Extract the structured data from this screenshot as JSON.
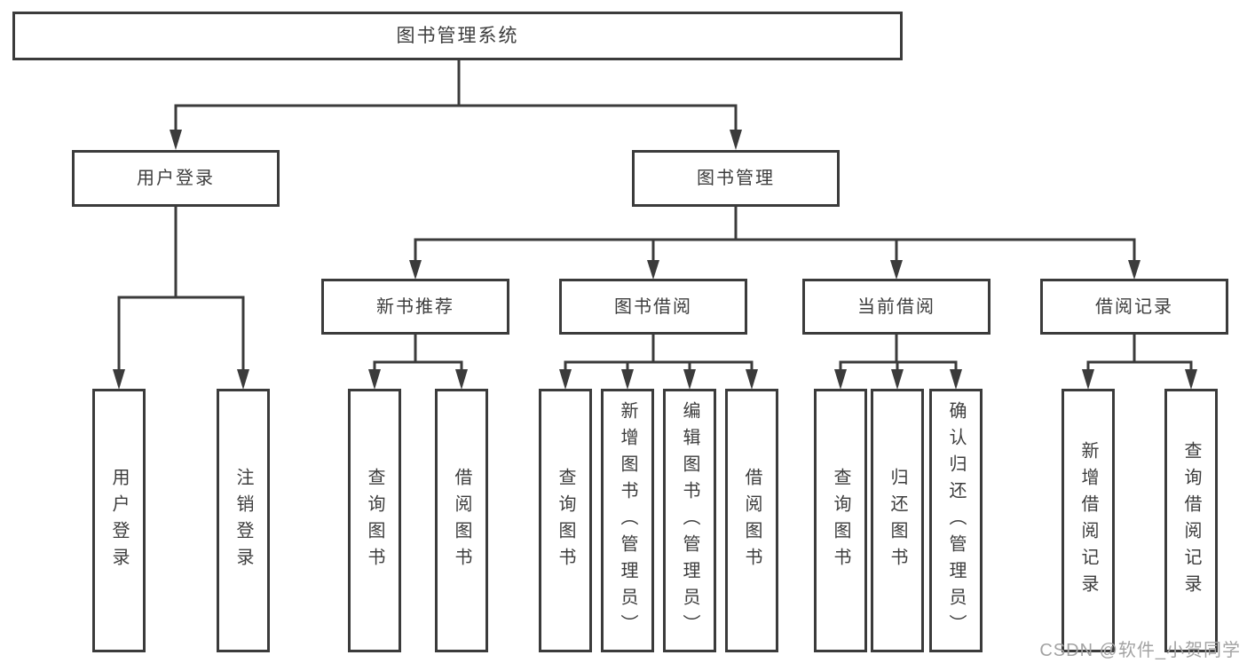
{
  "diagram": {
    "title": "图书管理系统",
    "watermark": "CSDN @软件_小贺同学",
    "colors": {
      "line": "#3b3b3b",
      "text": "#3d3d3d",
      "box_fill": "#ffffff",
      "background": "#ffffff",
      "watermark": "#a3a3a3"
    },
    "nodes": {
      "root": {
        "label": "图书管理系统"
      },
      "user_login": {
        "label": "用户登录"
      },
      "book_mgmt": {
        "label": "图书管理"
      },
      "new_book_rec": {
        "label": "新书推荐"
      },
      "book_borrow": {
        "label": "图书借阅"
      },
      "current_borrow": {
        "label": "当前借阅"
      },
      "borrow_records": {
        "label": "借阅记录"
      },
      "leaf_user_login": {
        "label": "用户登录"
      },
      "leaf_logout": {
        "label": "注销登录"
      },
      "leaf_nr_query": {
        "label": "查询图书"
      },
      "leaf_nr_borrow": {
        "label": "借阅图书"
      },
      "leaf_bb_query": {
        "label": "查询图书"
      },
      "leaf_bb_add": {
        "label": "新增图书（管理员）"
      },
      "leaf_bb_edit": {
        "label": "编辑图书（管理员）"
      },
      "leaf_bb_borrow": {
        "label": "借阅图书"
      },
      "leaf_cb_query": {
        "label": "查询图书"
      },
      "leaf_cb_return": {
        "label": "归还图书"
      },
      "leaf_cb_confirm": {
        "label": "确认归还（管理员）"
      },
      "leaf_br_add": {
        "label": "新增借阅记录"
      },
      "leaf_br_query": {
        "label": "查询借阅记录"
      }
    },
    "edges": [
      "图书管理系统→用户登录",
      "图书管理系统→图书管理",
      "用户登录→用户登录",
      "用户登录→注销登录",
      "图书管理→新书推荐",
      "图书管理→图书借阅",
      "图书管理→当前借阅",
      "图书管理→借阅记录",
      "新书推荐→查询图书",
      "新书推荐→借阅图书",
      "图书借阅→查询图书",
      "图书借阅→新增图书（管理员）",
      "图书借阅→编辑图书（管理员）",
      "图书借阅→借阅图书",
      "当前借阅→查询图书",
      "当前借阅→归还图书",
      "当前借阅→确认归还（管理员）",
      "借阅记录→新增借阅记录",
      "借阅记录→查询借阅记录"
    ]
  }
}
